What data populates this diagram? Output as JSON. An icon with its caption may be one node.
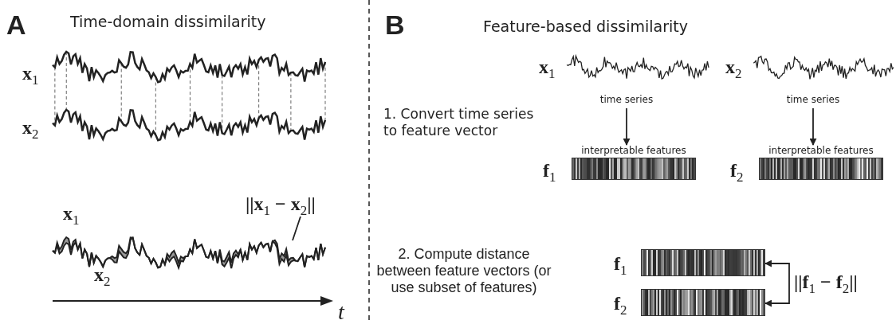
{
  "diagram": {
    "nodes": [
      {
        "text": [
          "x$_{1}$"
        ],
        "beside": [
          "time series"
        ]
      },
      {
        "text": [
          "interpretable features",
          "f$_{1}$"
        ]
      },
      {
        "text": [
          "x$_{2}$"
        ],
        "beside": [
          "time series"
        ]
      },
      {
        "text": [
          "interpretable features",
          "f$_{2}$"
        ]
      },
      {
        "text": [
          "f$_{1}$"
        ]
      },
      {
        "text": [
          "f$_{2}$"
        ]
      },
      {
        "text": [
          "||x$_{1}$ − x$_{2}$||"
        ]
      },
      {
        "text": [],
        "shape": "picture",
        "beside": [
          "x$_{1}$",
          "x$_{2}$"
        ]
      }
    ],
    "edges": [
      {
        "from": 0,
        "to": 1,
        "arrow": "to"
      },
      {
        "from": 2,
        "to": 3,
        "arrow": "to"
      },
      {
        "from": 4,
        "to": 5,
        "arrow": "both",
        "label": "||f$_{1}$ − f$_{2}$||"
      },
      {
        "from": 6,
        "to": 7,
        "arrow": "none"
      }
    ],
    "labels": [
      "A",
      "Time-domain dissimilarity",
      "x$_{1}$",
      "x$_{2}$",
      "t",
      "B",
      "Feature-based dissimilarity",
      "1. Convert time series to feature vector",
      "2. Compute distance between feature vectors (or use subset of features)"
    ]
  }
}
